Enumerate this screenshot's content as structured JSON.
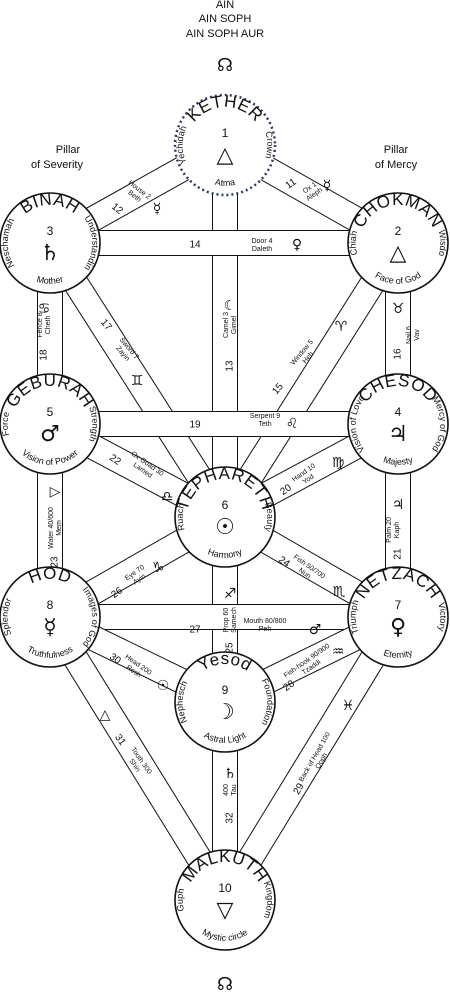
{
  "header": {
    "line1": "AIN",
    "line2": "AIN SOPH",
    "line3": "AIN SOPH AUR",
    "top_glyph": "☊",
    "bottom_glyph": "☊"
  },
  "pillars": {
    "left": [
      "Pillar",
      "of Severity"
    ],
    "right": [
      "Pillar",
      "of Mercy"
    ]
  },
  "sephiroth": [
    {
      "key": "kether",
      "name": "KETHER",
      "number": "1",
      "symbol": "△",
      "aspects": [
        "Yechidah",
        "Crown",
        "Atma"
      ]
    },
    {
      "key": "binah",
      "name": "BINAH",
      "number": "3",
      "symbol": "♄",
      "aspects": [
        "Neschamah",
        "Understandin",
        "Mother"
      ]
    },
    {
      "key": "chokman",
      "name": "CHOKMAN",
      "number": "2",
      "symbol": "△",
      "aspects": [
        "Chiah",
        "Wisdo",
        "Face of God"
      ]
    },
    {
      "key": "geburah",
      "name": "GEBURAH",
      "number": "5",
      "symbol": "♂",
      "aspects": [
        "Force",
        "Strength",
        "Vision of Power"
      ]
    },
    {
      "key": "chesod",
      "name": "CHESOD",
      "number": "4",
      "symbol": "♃",
      "aspects": [
        "Vision of Love",
        "Mercy of God",
        "Majesty"
      ]
    },
    {
      "key": "tephareth",
      "name": "TEPHARETH",
      "number": "6",
      "symbol": "☉",
      "aspects": [
        "Ruach",
        "Beauty",
        "Harmony"
      ]
    },
    {
      "key": "hod",
      "name": "HOD",
      "number": "8",
      "symbol": "☿",
      "aspects": [
        "Splendor",
        "Images of God",
        "Truthfulness"
      ]
    },
    {
      "key": "netzach",
      "name": "NETZACH",
      "number": "7",
      "symbol": "♀",
      "aspects": [
        "Triumph",
        "Victory",
        "Eternity"
      ]
    },
    {
      "key": "yesod",
      "name": "Yesod",
      "number": "9",
      "symbol": "☽",
      "aspects": [
        "Nephesch",
        "Foundation",
        "Astral Light"
      ]
    },
    {
      "key": "malkuth",
      "name": "MALKUTH",
      "number": "10",
      "symbol": "▽",
      "aspects": [
        "Guph",
        "Kingdom",
        "Mystic circle"
      ]
    }
  ],
  "paths": [
    {
      "n": "11",
      "label": [
        "Ox 1",
        "Aleph"
      ],
      "glyph": "☿"
    },
    {
      "n": "12",
      "label": [
        "House 2",
        "Beth"
      ],
      "glyph": "☿"
    },
    {
      "n": "13",
      "label": [
        "Camel 3",
        "Gimel"
      ],
      "glyph": "☾"
    },
    {
      "n": "14",
      "label": [
        "Door 4",
        "Daleth"
      ],
      "glyph": "♀"
    },
    {
      "n": "15",
      "label": [
        "Window 5",
        "Heh"
      ],
      "glyph": "♈"
    },
    {
      "n": "16",
      "label": [
        "Nail 6",
        "Vav"
      ],
      "glyph": "♉"
    },
    {
      "n": "17",
      "label": [
        "Sword 7",
        "Zayin"
      ],
      "glyph": "♊"
    },
    {
      "n": "18",
      "label": [
        "Fence 8",
        "Cheth"
      ],
      "glyph": "♋"
    },
    {
      "n": "19",
      "label": [
        "Serpent 9",
        "Teth"
      ],
      "glyph": "♌"
    },
    {
      "n": "20",
      "label": [
        "Hand 10",
        "Yod"
      ],
      "glyph": "♍"
    },
    {
      "n": "21",
      "label": [
        "Palm 20",
        "Kaph"
      ],
      "glyph": "♃"
    },
    {
      "n": "22",
      "label": [
        "Ox Goad 30",
        "Lamed"
      ],
      "glyph": "♎"
    },
    {
      "n": "23",
      "label": [
        "Water 40/600",
        "Mem"
      ],
      "glyph": "▷"
    },
    {
      "n": "24",
      "label": [
        "Fish 50/700",
        "Nun"
      ],
      "glyph": "♏"
    },
    {
      "n": "25",
      "label": [
        "Prop 60",
        "Samech"
      ],
      "glyph": "♐"
    },
    {
      "n": "26",
      "label": [
        "Eye 70",
        "Ayin"
      ],
      "glyph": "♑"
    },
    {
      "n": "27",
      "label": [
        "Mouth 80/800",
        "Peh"
      ],
      "glyph": "♂"
    },
    {
      "n": "28",
      "label": [
        "Fish-hook 90/900",
        "Tzaddi"
      ],
      "glyph": "♒"
    },
    {
      "n": "29",
      "label": [
        "Back of Head 100",
        "Qoph"
      ],
      "glyph": "♓"
    },
    {
      "n": "30",
      "label": [
        "Head 200",
        "Resh"
      ],
      "glyph": "☉"
    },
    {
      "n": "31",
      "label": [
        "Tooth 300",
        "Shin"
      ],
      "glyph": "△"
    },
    {
      "n": "32",
      "label": [
        "400",
        "Tau"
      ],
      "glyph": "♄"
    }
  ]
}
